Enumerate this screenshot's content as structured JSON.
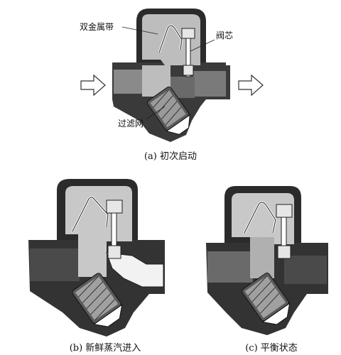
{
  "figure_a": {
    "caption": "(a) 初次启动",
    "labels": {
      "bimetal_strip": "双金属带",
      "valve_core": "阀芯",
      "strainer": "过滤网"
    }
  },
  "figure_b": {
    "caption": "(b) 新鲜蒸汽进入"
  },
  "figure_c": {
    "caption": "(c) 平衡状态"
  },
  "colors": {
    "body_dark": "#2b2b2b",
    "body_mid": "#5a5a5a",
    "chamber_light": "#bdbdbd",
    "steam_light": "#e6e6e6",
    "white": "#ffffff"
  }
}
